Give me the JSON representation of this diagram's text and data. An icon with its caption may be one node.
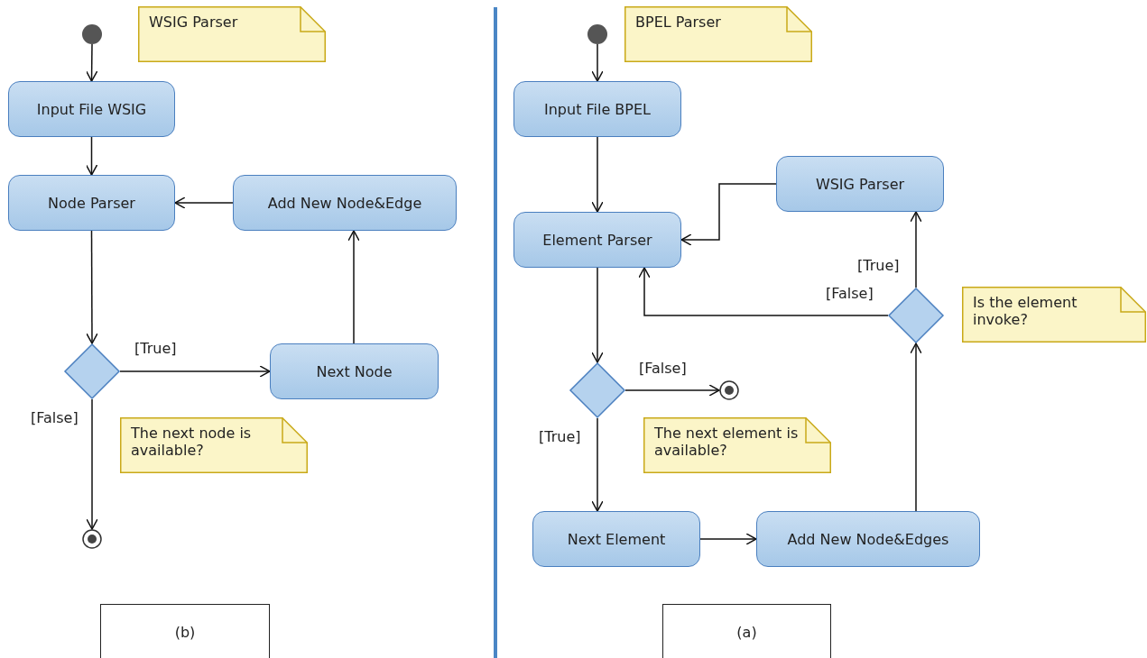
{
  "diagram": {
    "nodes": [
      {
        "text": [],
        "shape": "circle"
      },
      {
        "text": [
          "WSIG Parser"
        ]
      },
      {
        "text": [
          "Input File WSIG"
        ]
      },
      {
        "text": [
          "Node Parser"
        ]
      },
      {
        "text": [
          "Add New Node&Edge"
        ]
      },
      {
        "text": [],
        "shape": "diamond"
      },
      {
        "text": [
          "Next Node"
        ]
      },
      {
        "text": [
          "The next node is available?"
        ]
      },
      {
        "text": [],
        "shape": "bullseye"
      },
      {
        "text": [
          "(b)"
        ]
      },
      {
        "text": [],
        "shape": "circle"
      },
      {
        "text": [
          "BPEL Parser"
        ]
      },
      {
        "text": [
          "Input File BPEL"
        ]
      },
      {
        "text": [
          "WSIG Parser"
        ]
      },
      {
        "text": [
          "Element Parser"
        ]
      },
      {
        "text": [],
        "shape": "diamond"
      },
      {
        "text": [
          "Is the element invoke?"
        ]
      },
      {
        "text": [],
        "shape": "diamond"
      },
      {
        "text": [],
        "shape": "bullseye"
      },
      {
        "text": [
          "The next element is available?"
        ]
      },
      {
        "text": [
          "Next Element"
        ]
      },
      {
        "text": [
          "Add New Node&Edges"
        ]
      },
      {
        "text": [
          "(a)"
        ]
      }
    ],
    "edges": [
      {
        "from": 0,
        "to": 2,
        "arrow": "to"
      },
      {
        "from": 2,
        "to": 3,
        "arrow": "to"
      },
      {
        "from": 4,
        "to": 3,
        "arrow": "to"
      },
      {
        "from": 3,
        "to": 5,
        "arrow": "to"
      },
      {
        "from": 5,
        "to": 6,
        "arrow": "to",
        "label": "[True]"
      },
      {
        "from": 6,
        "to": 4,
        "arrow": "to"
      },
      {
        "from": 5,
        "to": 8,
        "arrow": "to",
        "label": "[False]"
      },
      {
        "from": 10,
        "to": 12,
        "arrow": "to"
      },
      {
        "from": 12,
        "to": 14,
        "arrow": "to"
      },
      {
        "from": 14,
        "to": 17,
        "arrow": "to"
      },
      {
        "from": 17,
        "to": 18,
        "arrow": "to",
        "label": "[False]"
      },
      {
        "from": 17,
        "to": 20,
        "arrow": "to",
        "label": "[True]"
      },
      {
        "from": 20,
        "to": 21,
        "arrow": "to"
      },
      {
        "from": 21,
        "to": 15,
        "arrow": "to"
      },
      {
        "from": 15,
        "to": 13,
        "arrow": "to",
        "label": "[True]"
      },
      {
        "from": 15,
        "to": 14,
        "arrow": "to",
        "label": "[False]"
      },
      {
        "from": 13,
        "to": 14,
        "arrow": "to"
      }
    ]
  }
}
